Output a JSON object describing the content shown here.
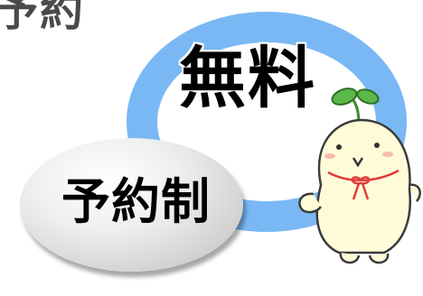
{
  "header": {
    "partial_text": "予約"
  },
  "badges": {
    "free": "無料",
    "reservation": "予約制"
  },
  "icons": {
    "ring": "blue-ring-icon",
    "mascot": "sprout-mascot-icon"
  },
  "colors": {
    "ring": "#7ab8f5",
    "text": "#000000",
    "ellipse": "#d9d9d9",
    "mascot_body": "#fffbd8",
    "ribbon": "#e03c3c",
    "sprout": "#4caf50"
  }
}
